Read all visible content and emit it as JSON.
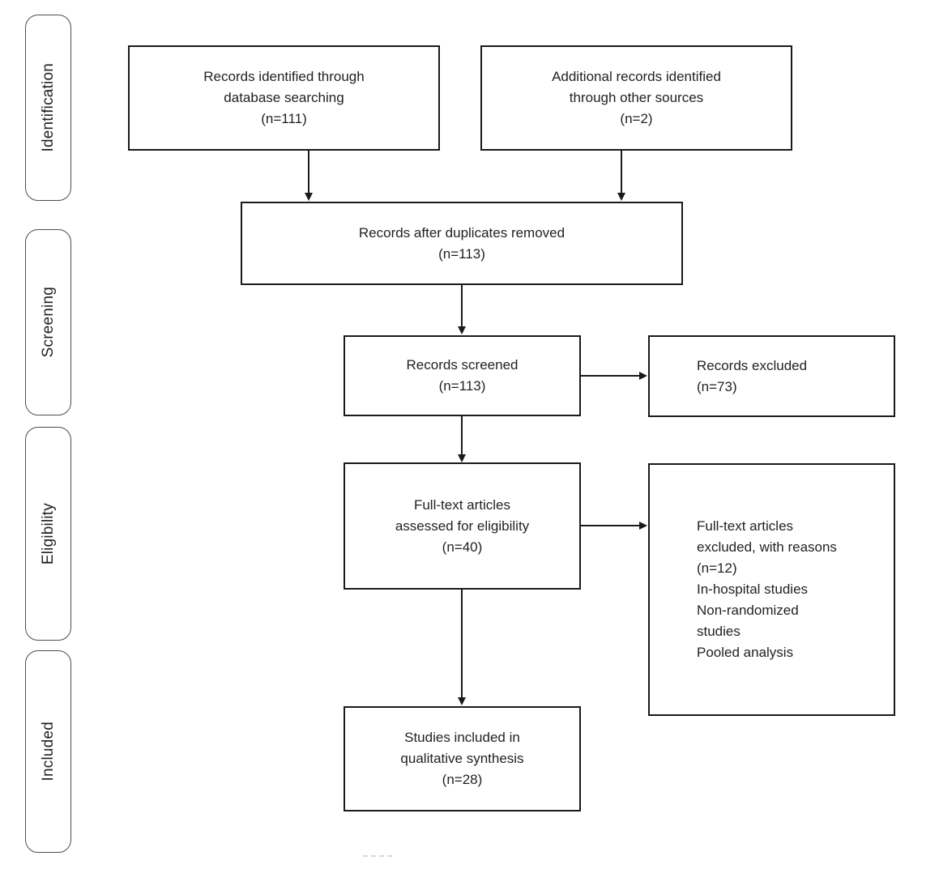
{
  "colors": {
    "background": "#ffffff",
    "box_border": "#1a1a1a",
    "stage_border": "#4d4d4f",
    "text": "#231f20",
    "arrow": "#1a1a1a"
  },
  "stages": [
    {
      "id": "identification",
      "label": "Identification"
    },
    {
      "id": "screening",
      "label": "Screening"
    },
    {
      "id": "eligibility",
      "label": "Eligibility"
    },
    {
      "id": "included",
      "label": "Included"
    }
  ],
  "boxes": {
    "records_identified": {
      "text": "Records identified through\ndatabase searching\n(n=111)",
      "count": 111
    },
    "additional_records": {
      "text": "Additional records identified\nthrough other sources\n(n=2)",
      "count": 2
    },
    "after_duplicates": {
      "text": "Records after duplicates removed\n(n=113)",
      "count": 113
    },
    "records_screened": {
      "text": "Records screened\n(n=113)",
      "count": 113
    },
    "records_excluded": {
      "text": "Records excluded\n(n=73)",
      "count": 73
    },
    "fulltext_assessed": {
      "text": "Full-text articles\nassessed for eligibility\n(n=40)",
      "count": 40
    },
    "fulltext_excluded": {
      "text": "Full-text articles\nexcluded, with reasons\n(n=12)\nIn-hospital studies\nNon-randomized\nstudies\nPooled analysis",
      "count": 12,
      "reasons": [
        "In-hospital studies",
        "Non-randomized studies",
        "Pooled analysis"
      ]
    },
    "included_qualitative": {
      "text": "Studies included in\nqualitative synthesis\n(n=28)",
      "count": 28
    }
  }
}
